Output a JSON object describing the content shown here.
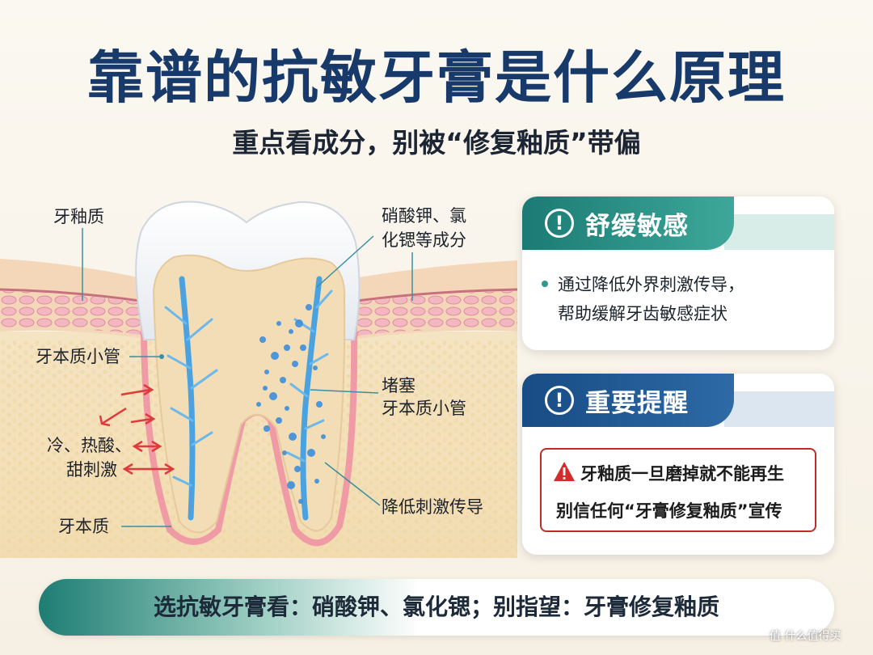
{
  "header": {
    "title": "靠谱的抗敏牙膏是什么原理",
    "subtitle": "重点看成分，别被“修复釉质”带偏"
  },
  "diagram": {
    "labels": {
      "enamel": "牙釉质",
      "dentin_tubules": "牙本质小管",
      "stimuli_line1": "冷、热酸、",
      "stimuli_line2": "甜刺激",
      "dentin": "牙本质",
      "ingredients_line1": "硝酸钾、氯",
      "ingredients_line2": "化锶等成分",
      "block_line1": "堵塞",
      "block_line2": "牙本质小管",
      "reduce": "降低刺激传导"
    }
  },
  "cards": {
    "soothe": {
      "icon": "!",
      "title": "舒缓敏感",
      "line1": "通过降低外界刺激传导，",
      "line2": "帮助缓解牙齿敏感症状"
    },
    "reminder": {
      "icon": "!",
      "title": "重要提醒",
      "line1": "牙釉质一旦磨掉就不能再生",
      "line2": "别信任何“牙膏修复釉质”宣传"
    }
  },
  "banner": {
    "text": "选抗敏牙膏看：硝酸钾、氯化锶；别指望：牙膏修复釉质"
  },
  "watermark": {
    "text": "值 什么值得买"
  },
  "colors": {
    "title": "#173a6b",
    "teal": "#1b7b74",
    "blue": "#184c84",
    "warning_red": "#c52a2a",
    "nerve_blue": "#4aa3e0"
  }
}
